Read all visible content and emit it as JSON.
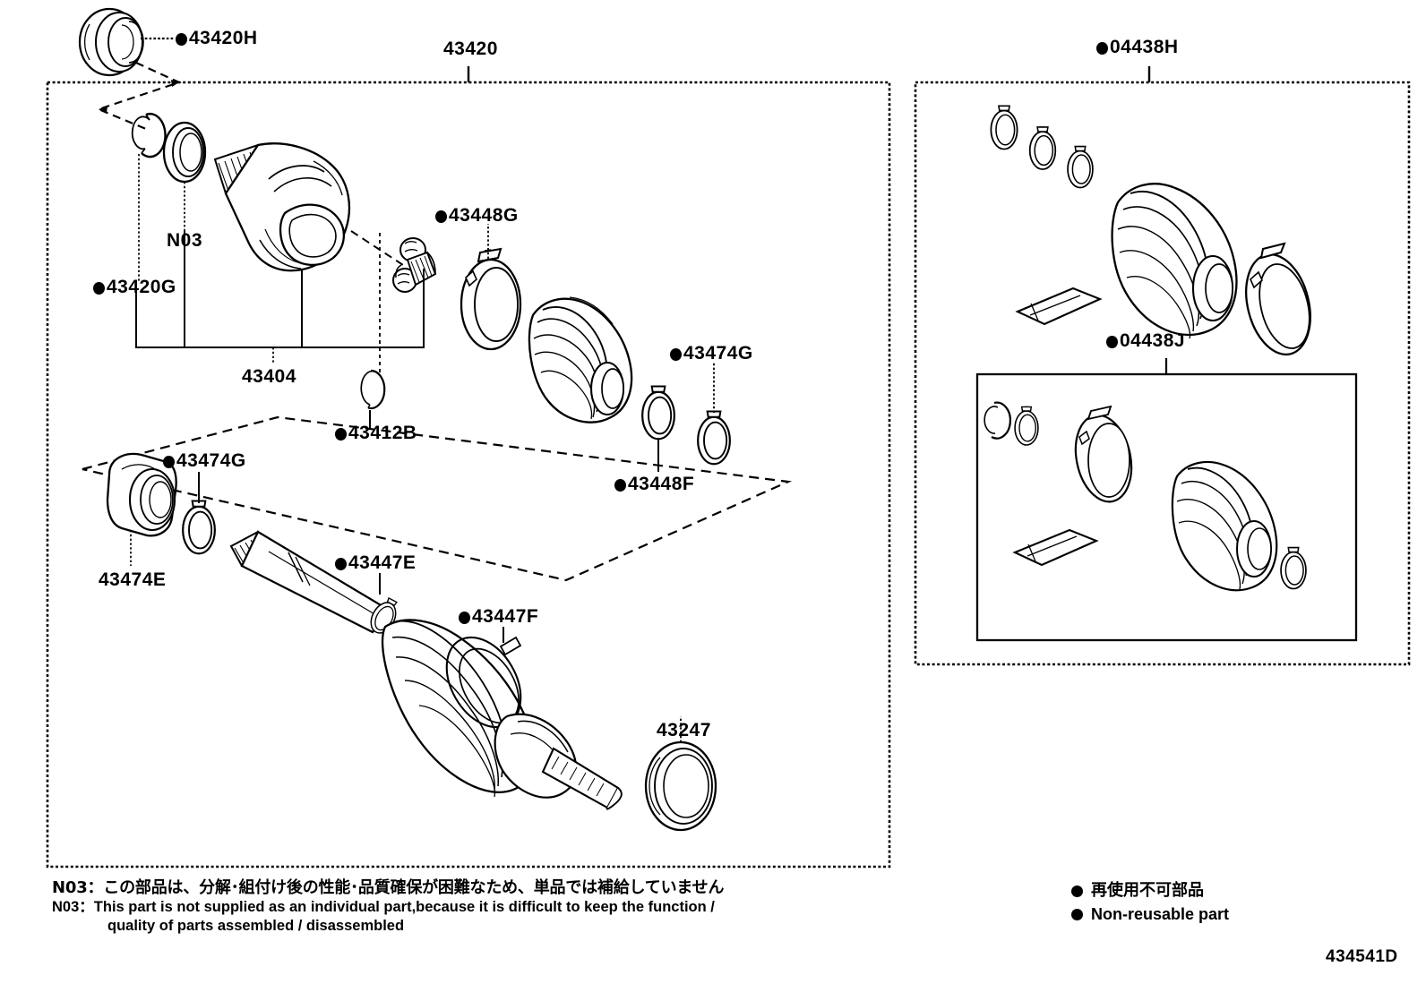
{
  "diagram": {
    "drawing_number": "434541D",
    "type": "exploded-parts-diagram",
    "subject": "front drive shaft / constant velocity joint",
    "line_color": "#000000",
    "background_color": "#ffffff"
  },
  "callouts": {
    "seal_outer": "43420H",
    "assembly_main": "43420",
    "snap_ring_outer": "43420G",
    "note_code_bracket": "N03",
    "joint_sub_assembly": "43404",
    "clamp_large_inboard": "43448G",
    "snap_ring_small": "43412B",
    "clamp_small_inboard": "43448F",
    "boot_clamp_g_upper": "43474G",
    "boot_clamp_g_lower": "43474G",
    "dust_cover": "43474E",
    "clamp_shaft_small": "43447E",
    "clamp_shaft_large": "43447F",
    "seal_inner": "43247",
    "boot_kit_upper": "04438H",
    "boot_kit_inner": "04438J"
  },
  "notes": {
    "n03_label": "N03",
    "colon": "：",
    "japanese": "この部品は、分解･組付け後の性能･品質確保が困難なため、単品では補給していません",
    "english_line1": "This part is not supplied as an individual part,because it is difficult to keep the function /",
    "english_line2": "quality of parts assembled / disassembled"
  },
  "legend": {
    "japanese": "再使用不可部品",
    "english": "Non-reusable part"
  }
}
